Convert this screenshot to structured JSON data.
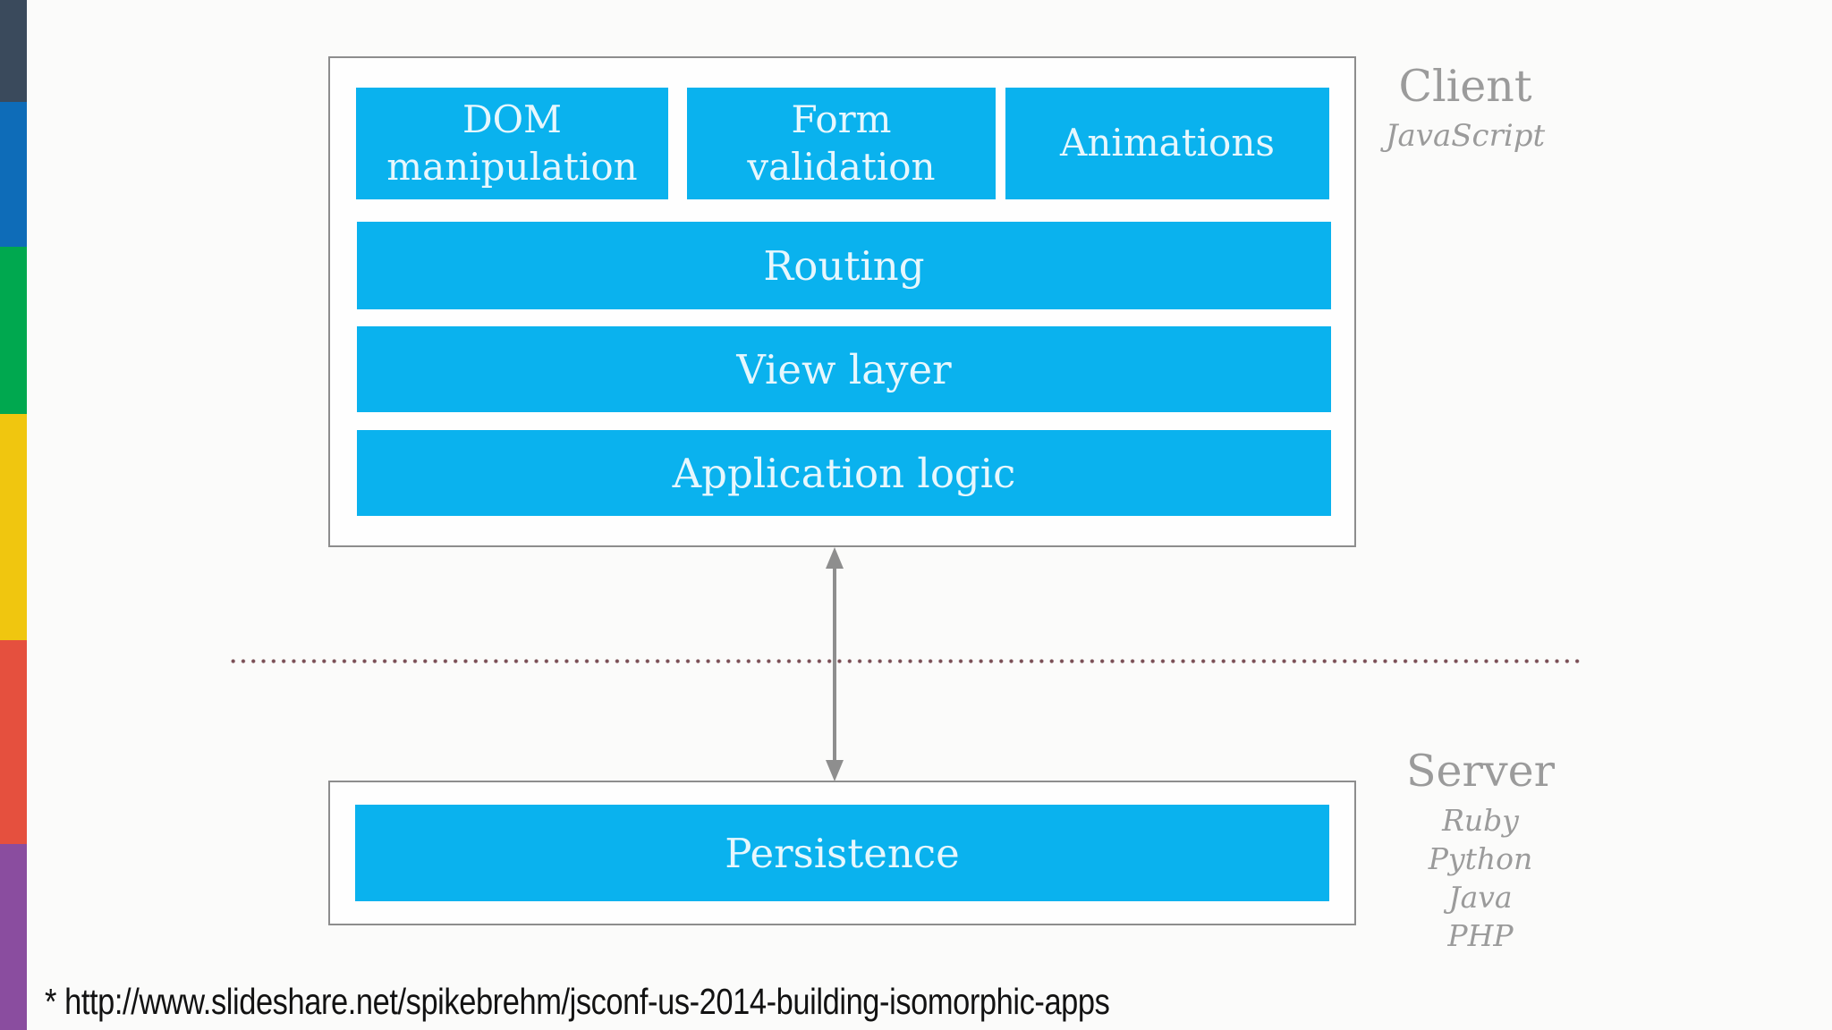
{
  "page": {
    "background_color": "#fbfbfa",
    "panel_background_color": "#fefefe",
    "panel_border_color": "#8d8d8d"
  },
  "stripe": {
    "segments": [
      {
        "name": "navy",
        "color": "#3a4a5c"
      },
      {
        "name": "blue",
        "color": "#0e6cb8"
      },
      {
        "name": "green",
        "color": "#00a84f"
      },
      {
        "name": "yellow",
        "color": "#f0c60f"
      },
      {
        "name": "red",
        "color": "#e5503e"
      },
      {
        "name": "purple",
        "color": "#8a4d9f"
      }
    ]
  },
  "diagram": {
    "box_fill": "#0ab2ee",
    "box_text_color": "#e7f7fd",
    "label_color": "#9b9b9b",
    "arrow_color": "#8e8e8e",
    "divider_dot_color": "#7a4e55",
    "client": {
      "label": "Client",
      "sublabel": "JavaScript",
      "modules": [
        "DOM\nmanipulation",
        "Form\nvalidation",
        "Animations"
      ],
      "layers": [
        "Routing",
        "View layer",
        "Application logic"
      ]
    },
    "server": {
      "label": "Server",
      "languages": [
        "Ruby",
        "Python",
        "Java",
        "PHP"
      ],
      "layers": [
        "Persistence"
      ]
    }
  },
  "footer": {
    "citation": "* http://www.slideshare.net/spikebrehm/jsconf-us-2014-building-isomorphic-apps"
  }
}
